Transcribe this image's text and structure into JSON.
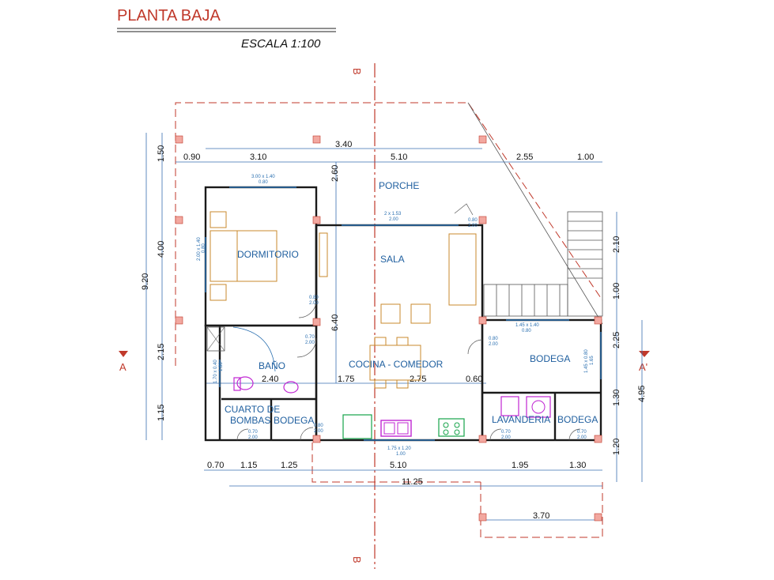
{
  "header": {
    "title": "PLANTA BAJA",
    "scale": "ESCALA 1:100"
  },
  "section_marks": {
    "a_left": "A",
    "a_right": "A'",
    "b_top": "B",
    "b_bottom": "B"
  },
  "rooms": {
    "porche": "PORCHE",
    "dormitorio": "DORMITORIO",
    "sala": "SALA",
    "bano": "BAÑO",
    "cocina_comedor": "COCINA - COMEDOR",
    "bodega_main": "BODEGA",
    "cuarto_bombas_1": "CUARTO DE",
    "cuarto_bombas_2": "BOMBAS",
    "bodega_small_left": "BODEGA",
    "lavanderia": "LAVANDERIA",
    "bodega_small_right": "BODEGA"
  },
  "dimensions": {
    "top_090": "0.90",
    "top_310": "3.10",
    "top_340": "3.40",
    "top_510": "5.10",
    "top_255": "2.55",
    "top_100": "1.00",
    "left_150": "1.50",
    "left_400": "4.00",
    "left_920": "9.20",
    "left_215": "2.15",
    "left_115": "1.15",
    "inner_260": "2.60",
    "inner_640": "6.40",
    "mid_240": "2.40",
    "mid_175": "1.75",
    "mid_275": "2.75",
    "mid_060": "0.60",
    "right_210": "2.10",
    "right_100": "1.00",
    "right_225": "2.25",
    "right_130": "1.30",
    "right_120": "1.20",
    "right_495": "4.95",
    "bot_070": "0.70",
    "bot_115": "1.15",
    "bot_125": "1.25",
    "bot_510": "5.10",
    "bot_195": "1.95",
    "bot_130": "1.30",
    "bot_1125": "11.25",
    "bot_370": "3.70"
  },
  "openings": {
    "v1_top_a": "3.00 x 1.40",
    "v1_top_b": "0.80",
    "v1_left_a": "2.00 x 1.40",
    "v1_left_b": "0.80",
    "sala_win_a": "2 x 1.53",
    "sala_win_b": "2.00",
    "door_porch_a": "0.80",
    "door_porch_b": "2.00",
    "door_dorm_a": "0.80",
    "door_dorm_b": "2.00",
    "door_bano_a": "0.70",
    "door_bano_b": "2.00",
    "v3_bano_a": "1.70 x 0.40",
    "v3_bano_b": "1.80",
    "bodega_win_a": "1.45 x 1.40",
    "bodega_win_b": "0.80",
    "bodega_door_a": "0.80",
    "bodega_door_b": "2.00",
    "bodega_side_a": "1.45 x 0.80",
    "bodega_side_b": "1.65",
    "bombas_door_a": "0.70",
    "bombas_door_b": "2.00",
    "bodega_l_door_a": "0.80",
    "bodega_l_door_b": "2.00",
    "lav_door_a": "0.70",
    "lav_door_b": "2.00",
    "bodega_r_door_a": "0.70",
    "bodega_r_door_b": "2.00",
    "cocina_win_a": "1.75 x 1.20",
    "cocina_win_b": "1.00"
  },
  "colors": {
    "title": "#c0392b",
    "walls": "#1a1a1a",
    "dim_lines": "#3a6fb0",
    "furniture": "#c98a2c",
    "section": "#c0392b",
    "fixtures": "#c026d3",
    "kitchen": "#16a34a"
  }
}
